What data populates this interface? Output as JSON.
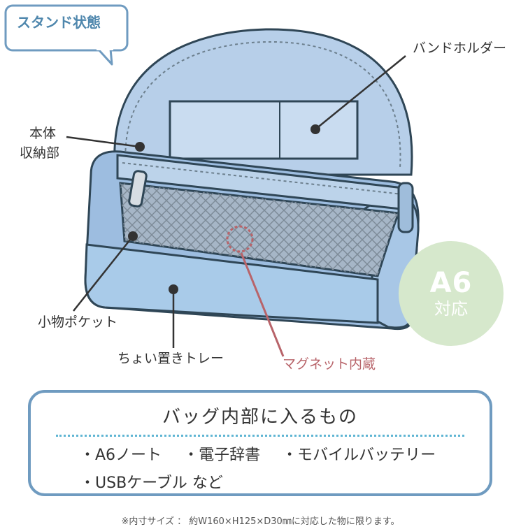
{
  "bubble": {
    "text": "スタンド状態"
  },
  "labels": {
    "band_holder": "バンドホルダー",
    "main_storage_line1": "本体",
    "main_storage_line2": "収納部",
    "small_pocket": "小物ポケット",
    "tray": "ちょい置きトレー",
    "magnet": "マグネット内蔵"
  },
  "badge": {
    "big": "A6",
    "small": "対応"
  },
  "info": {
    "title": "バッグ内部に入るもの",
    "items_row1": [
      "・A6ノート",
      "・電子辞書",
      "・モバイルバッテリー"
    ],
    "items_row2": [
      "・USBケーブル など"
    ]
  },
  "footnote": "※内寸サイズ ： 約W160×H125×D30㎜に対応した物に限ります。",
  "colors": {
    "accent_blue": "#6f9bc0",
    "bag_blue": "#aac9e6",
    "magnet_red": "#b8646a",
    "badge_green": "#d6e8cc",
    "dotted_line": "#5fb5d3"
  }
}
